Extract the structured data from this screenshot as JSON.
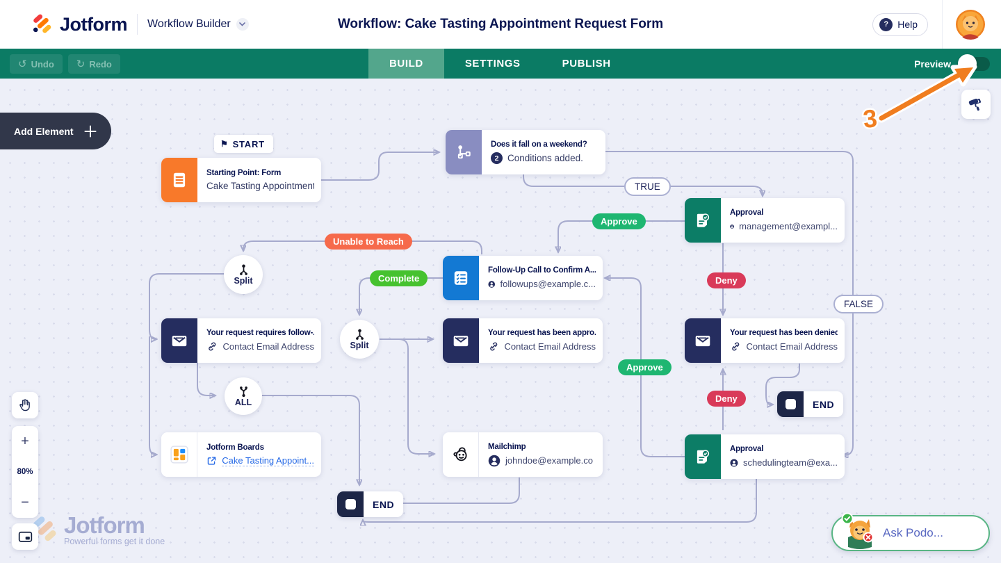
{
  "header": {
    "brand": "Jotform",
    "product": "Workflow Builder",
    "title": "Workflow: Cake Tasting Appointment Request Form",
    "help": "Help",
    "help_icon": "?"
  },
  "toolbar": {
    "undo": "Undo",
    "redo": "Redo",
    "undo_icon": "↺",
    "redo_icon": "↻",
    "tabs": [
      {
        "label": "BUILD"
      },
      {
        "label": "SETTINGS"
      },
      {
        "label": "PUBLISH"
      }
    ],
    "active_tab": "BUILD",
    "preview": "Preview"
  },
  "canvas": {
    "add_element": "Add Element",
    "zoom_level": "80%",
    "zoom_in": "+",
    "zoom_out": "−",
    "start_badge": "START",
    "start_flag": "⚑",
    "nodes": {
      "start": {
        "title": "Starting Point: Form",
        "subtitle": "Cake Tasting Appointment..."
      },
      "condition": {
        "title": "Does it fall on a weekend?",
        "badge": "2",
        "subtitle": "Conditions added."
      },
      "approval1": {
        "title": "Approval",
        "subtitle": "management@exampl..."
      },
      "followup": {
        "title": "Follow-Up Call to Confirm A...",
        "subtitle": "followups@example.c..."
      },
      "email_followup": {
        "title": "Your request requires follow-...",
        "subtitle": "Contact Email Address"
      },
      "email_approved": {
        "title": "Your request has been appro...",
        "subtitle": "Contact Email Address"
      },
      "email_denied": {
        "title": "Your request has been denied",
        "subtitle": "Contact Email Address"
      },
      "boards": {
        "title": "Jotform Boards",
        "subtitle": "Cake Tasting Appoint..."
      },
      "mailchimp": {
        "title": "Mailchimp",
        "subtitle": "johndoe@example.co"
      },
      "approval2": {
        "title": "Approval",
        "subtitle": "schedulingteam@exa..."
      }
    },
    "gateways": {
      "split1": "Split",
      "split2": "Split",
      "all": "ALL"
    },
    "ends": {
      "end1": "END",
      "end2": "END"
    },
    "labels": {
      "true": "TRUE",
      "false": "FALSE",
      "approve1": "Approve",
      "approve2": "Approve",
      "deny1": "Deny",
      "deny2": "Deny",
      "complete": "Complete",
      "unable": "Unable to Reach"
    }
  },
  "watermark": {
    "brand": "Jotform",
    "tagline": "Powerful forms get it done"
  },
  "assistant": {
    "label": "Ask Podo..."
  },
  "annotation": {
    "step": "3"
  },
  "colors": {
    "toolbar_green": "#0b7b64",
    "active_tab_green": "#53a68c",
    "approve_green": "#1eb671",
    "complete_green": "#46c22f",
    "deny_red": "#d93a59",
    "unable_orange": "#f66a4b",
    "connector": "#a6aacd",
    "node_navy": "#252d5f",
    "node_orange": "#f8792a",
    "node_blue": "#1379d3",
    "node_teal": "#0c7d66",
    "node_purple": "#898dc1",
    "canvas_bg": "#edeff8",
    "brand_navy": "#0a1551",
    "annotation_orange": "#f07d1f"
  }
}
